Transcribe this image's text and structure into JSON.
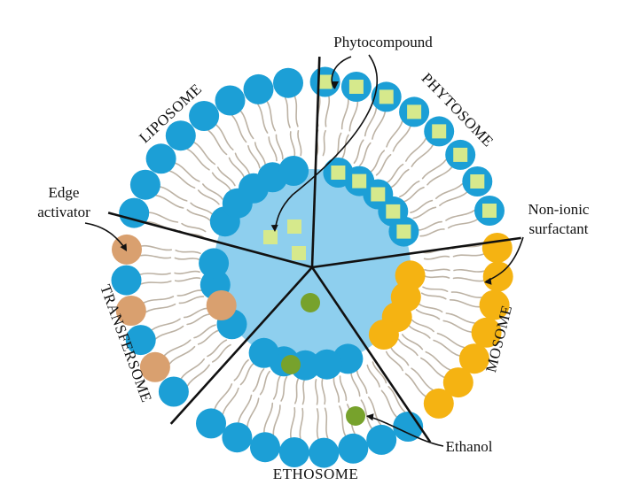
{
  "labels": {
    "liposome": "LIPOSOME",
    "phytosome": "PHYTOSOME",
    "mosome": "MOSOME",
    "ethosome": "ETHOSOME",
    "transfersome": "TRANSFERSOME",
    "phytocompound": "Phytocompound",
    "edge_activator_line1": "Edge",
    "edge_activator_line2": "activator",
    "non_ionic_line1": "Non-ionic",
    "non_ionic_line2": "surfactant",
    "ethanol": "Ethanol"
  },
  "colors": {
    "phospholipid_head": "#1c9fd6",
    "inner_core": "#8ecfee",
    "phytocompound": "#d6e98c",
    "surfactant": "#f5b312",
    "edge_activator": "#d9a06f",
    "ethanol": "#77a22c",
    "tail": "#bcb2a4",
    "divider": "#111111"
  },
  "icons": {
    "phospholipid": "circle",
    "phytocompound": "square",
    "ethanol": "circle"
  }
}
